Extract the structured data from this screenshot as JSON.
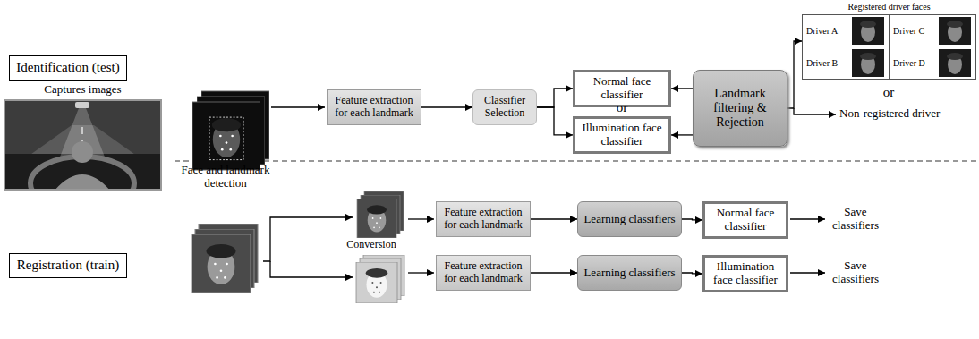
{
  "diagram": {
    "nodes": [
      {
        "text": [
          "Identification (test)"
        ]
      },
      {
        "text": [
          "Feature extraction for each landmark"
        ]
      },
      {
        "text": [
          "Classifier Selection"
        ]
      },
      {
        "text": [
          "Normal face classifier"
        ]
      },
      {
        "text": [
          "Illumination face classifier"
        ]
      },
      {
        "text": [
          "Landmark filtering & Rejection"
        ]
      },
      {
        "text": [
          "Registered driver faces"
        ]
      },
      {
        "text": [
          "Driver A"
        ],
        "in": 6
      },
      {
        "text": [
          "Driver C"
        ],
        "in": 6
      },
      {
        "text": [
          "Driver B"
        ],
        "in": 6
      },
      {
        "text": [
          "Driver D"
        ],
        "in": 6
      },
      {
        "text": [
          "Registration (train)"
        ]
      },
      {
        "text": [
          "Feature extraction for each landmark"
        ]
      },
      {
        "text": [
          "Learning classifiers"
        ]
      },
      {
        "text": [
          "Normal face classifier"
        ]
      },
      {
        "text": [
          "Feature extraction for each landmark"
        ]
      },
      {
        "text": [
          "Learning classifiers"
        ]
      },
      {
        "text": [
          "Illumination face classifier"
        ]
      }
    ],
    "edges": [
      {
        "from": 1,
        "to": 2,
        "arrow": "to"
      },
      {
        "from": 2,
        "to": 3,
        "arrow": "to"
      },
      {
        "from": 2,
        "to": 4,
        "arrow": "to"
      },
      {
        "from": 5,
        "to": 3,
        "arrow": "to"
      },
      {
        "from": 5,
        "to": 4,
        "arrow": "to"
      },
      {
        "from": 5,
        "to": 6,
        "arrow": "to"
      },
      {
        "from": 12,
        "to": 13,
        "arrow": "to"
      },
      {
        "from": 13,
        "to": 14,
        "arrow": "to"
      },
      {
        "from": 15,
        "to": 16,
        "arrow": "to"
      },
      {
        "from": 16,
        "to": 17,
        "arrow": "to"
      }
    ],
    "labels": [
      "Captures images",
      "Face and landmark detection",
      "or",
      "or",
      "Non-registered driver",
      "Conversion",
      "Save classifiers",
      "Save classifiers"
    ]
  }
}
